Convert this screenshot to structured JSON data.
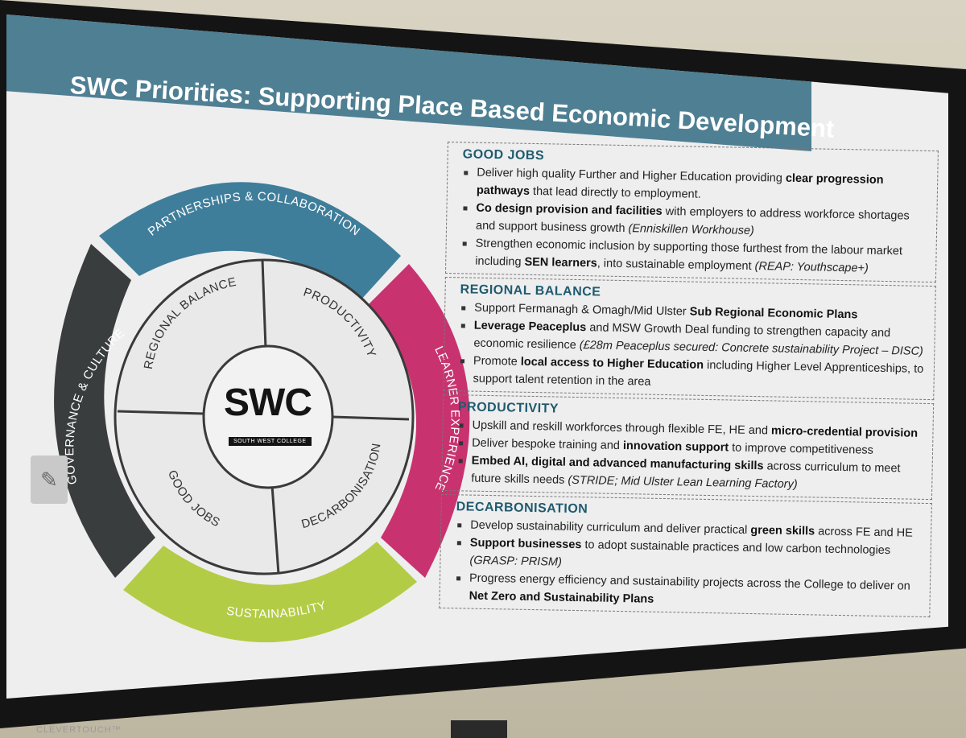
{
  "slide": {
    "title": "SWC Priorities: Supporting Place Based Economic Development"
  },
  "wheel": {
    "outer_segments": [
      {
        "label": "PARTNERSHIPS & COLLABORATION",
        "color": "#3f7e9b"
      },
      {
        "label": "LEARNER EXPERIENCE",
        "color": "#c8336f"
      },
      {
        "label": "SUSTAINABILITY",
        "color": "#b3cc45"
      },
      {
        "label": "GOVERNANCE & CULTURE",
        "color": "#3a3d3d"
      }
    ],
    "inner_segments": [
      {
        "label": "REGIONAL BALANCE"
      },
      {
        "label": "PRODUCTIVITY"
      },
      {
        "label": "DECARBONISATION"
      },
      {
        "label": "GOOD JOBS"
      }
    ],
    "logo": {
      "main": "SWC",
      "sub": "SOUTH WEST COLLEGE"
    }
  },
  "sections": {
    "good_jobs": {
      "heading": "GOOD JOBS",
      "b1": {
        "text": "Deliver high quality Further and Higher Education  providing ",
        "bold": "clear progression pathways",
        "rest": " that lead directly to employment."
      },
      "b2": {
        "bold": "Co design provision and facilities",
        "text": " with employers to address workforce shortages and support business growth ",
        "italic": "(Enniskillen Workhouse)"
      },
      "b3": {
        "text": "Strengthen economic inclusion by supporting those furthest from the labour market including ",
        "bold": "SEN learners",
        "rest": ", into sustainable employment ",
        "italic": "(REAP: Youthscape+)"
      }
    },
    "regional_balance": {
      "heading": "REGIONAL BALANCE",
      "b1": {
        "text": "Support Fermanagh & Omagh/Mid Ulster ",
        "bold": "Sub Regional Economic Plans"
      },
      "b2": {
        "bold": "Leverage Peaceplus",
        "text": " and MSW Growth Deal funding to strengthen capacity and economic resilience  ",
        "italic": "(£28m Peaceplus secured: Concrete sustainability Project – DISC)"
      },
      "b3": {
        "text": "Promote ",
        "bold": "local access to Higher Education",
        "rest": " including Higher Level Apprenticeships, to support talent retention in the area"
      }
    },
    "productivity": {
      "heading": "PRODUCTIVITY",
      "b1": {
        "text": "Upskill and reskill workforces through flexible FE, HE and ",
        "bold": "micro-credential provision"
      },
      "b2": {
        "text": "Deliver bespoke training and ",
        "bold": "innovation support",
        "rest": " to improve competitiveness"
      },
      "b3": {
        "bold": "Embed AI, digital and advanced manufacturing skills",
        "text": " across curriculum to meet future skills needs ",
        "italic": "(STRIDE; Mid Ulster Lean Learning Factory)"
      }
    },
    "decarbonisation": {
      "heading": "DECARBONISATION",
      "b1": {
        "text": "Develop sustainability curriculum and deliver practical ",
        "bold": "green skills",
        "rest": " across FE and HE"
      },
      "b2": {
        "bold": "Support businesses",
        "text": " to adopt sustainable practices and low carbon technologies ",
        "italic": "(GRASP: PRISM)"
      },
      "b3": {
        "text": "Progress energy efficiency and sustainability projects across the College to deliver on ",
        "bold": "Net Zero and Sustainability Plans"
      }
    }
  },
  "device": {
    "brand": "CLEVERTOUCH™"
  },
  "colors": {
    "title_band": "#4f7f93",
    "heading": "#1f5a6e",
    "screen": "#eeeeef"
  }
}
